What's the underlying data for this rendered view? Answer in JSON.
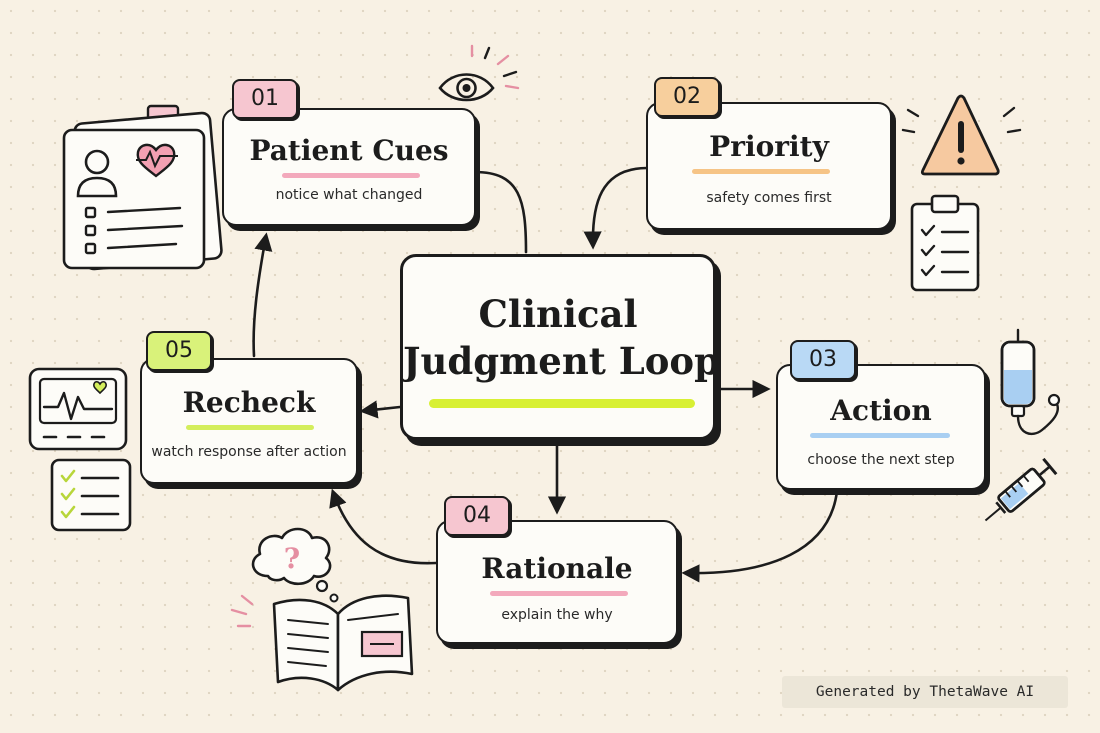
{
  "diagram": {
    "center": {
      "line1": "Clinical",
      "line2": "Judgment Loop"
    },
    "steps": [
      {
        "id": "patient-cues",
        "number": "01",
        "title": "Patient Cues",
        "subtitle": "notice what changed",
        "tag_color": "#f6c6d0",
        "highlight_color": "#f3a9bc"
      },
      {
        "id": "priority",
        "number": "02",
        "title": "Priority",
        "subtitle": "safety comes first",
        "tag_color": "#f7cf9d",
        "highlight_color": "#f6c486"
      },
      {
        "id": "action",
        "number": "03",
        "title": "Action",
        "subtitle": "choose the next step",
        "tag_color": "#b9d9f5",
        "highlight_color": "#a9cff2"
      },
      {
        "id": "rationale",
        "number": "04",
        "title": "Rationale",
        "subtitle": "explain the why",
        "tag_color": "#f6c6d0",
        "highlight_color": "#f3a9bc"
      },
      {
        "id": "recheck",
        "number": "05",
        "title": "Recheck",
        "subtitle": "watch response after action",
        "tag_color": "#d9f27a",
        "highlight_color": "#d4ee5c"
      }
    ],
    "center_highlight_color": "#d8f034"
  },
  "footer": {
    "text": "Generated by ThetaWave AI"
  },
  "icons": [
    "eye-icon",
    "warning-icon",
    "clipboard-icon",
    "patient-chart-icon",
    "heart-monitor-icon",
    "checklist-icon",
    "iv-bag-icon",
    "syringe-icon",
    "thought-bubble-icon",
    "open-book-icon"
  ]
}
